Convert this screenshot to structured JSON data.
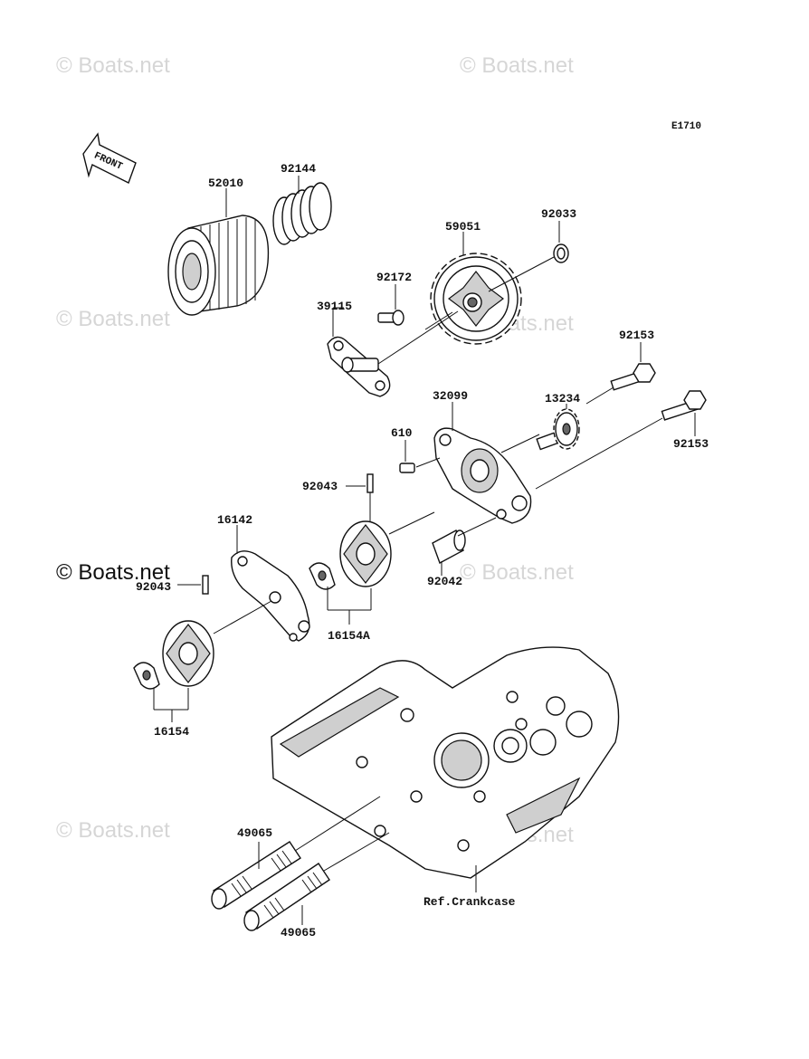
{
  "diagram_code": "E1710",
  "front_label": "FRONT",
  "watermark": "© Boats.net",
  "reference_label": "Ref.Crankcase",
  "parts": {
    "p52010": "52010",
    "p92144": "92144",
    "p59051": "59051",
    "p92033": "92033",
    "p92172": "92172",
    "p39115": "39115",
    "p92153a": "92153",
    "p92153b": "92153",
    "p13234": "13234",
    "p32099": "32099",
    "p610": "610",
    "p92043": "92043",
    "p16142": "16142",
    "p92043b": "92043",
    "p16154A": "16154A",
    "p92042": "92042",
    "p16154": "16154",
    "p49065a": "49065",
    "p49065b": "49065"
  }
}
